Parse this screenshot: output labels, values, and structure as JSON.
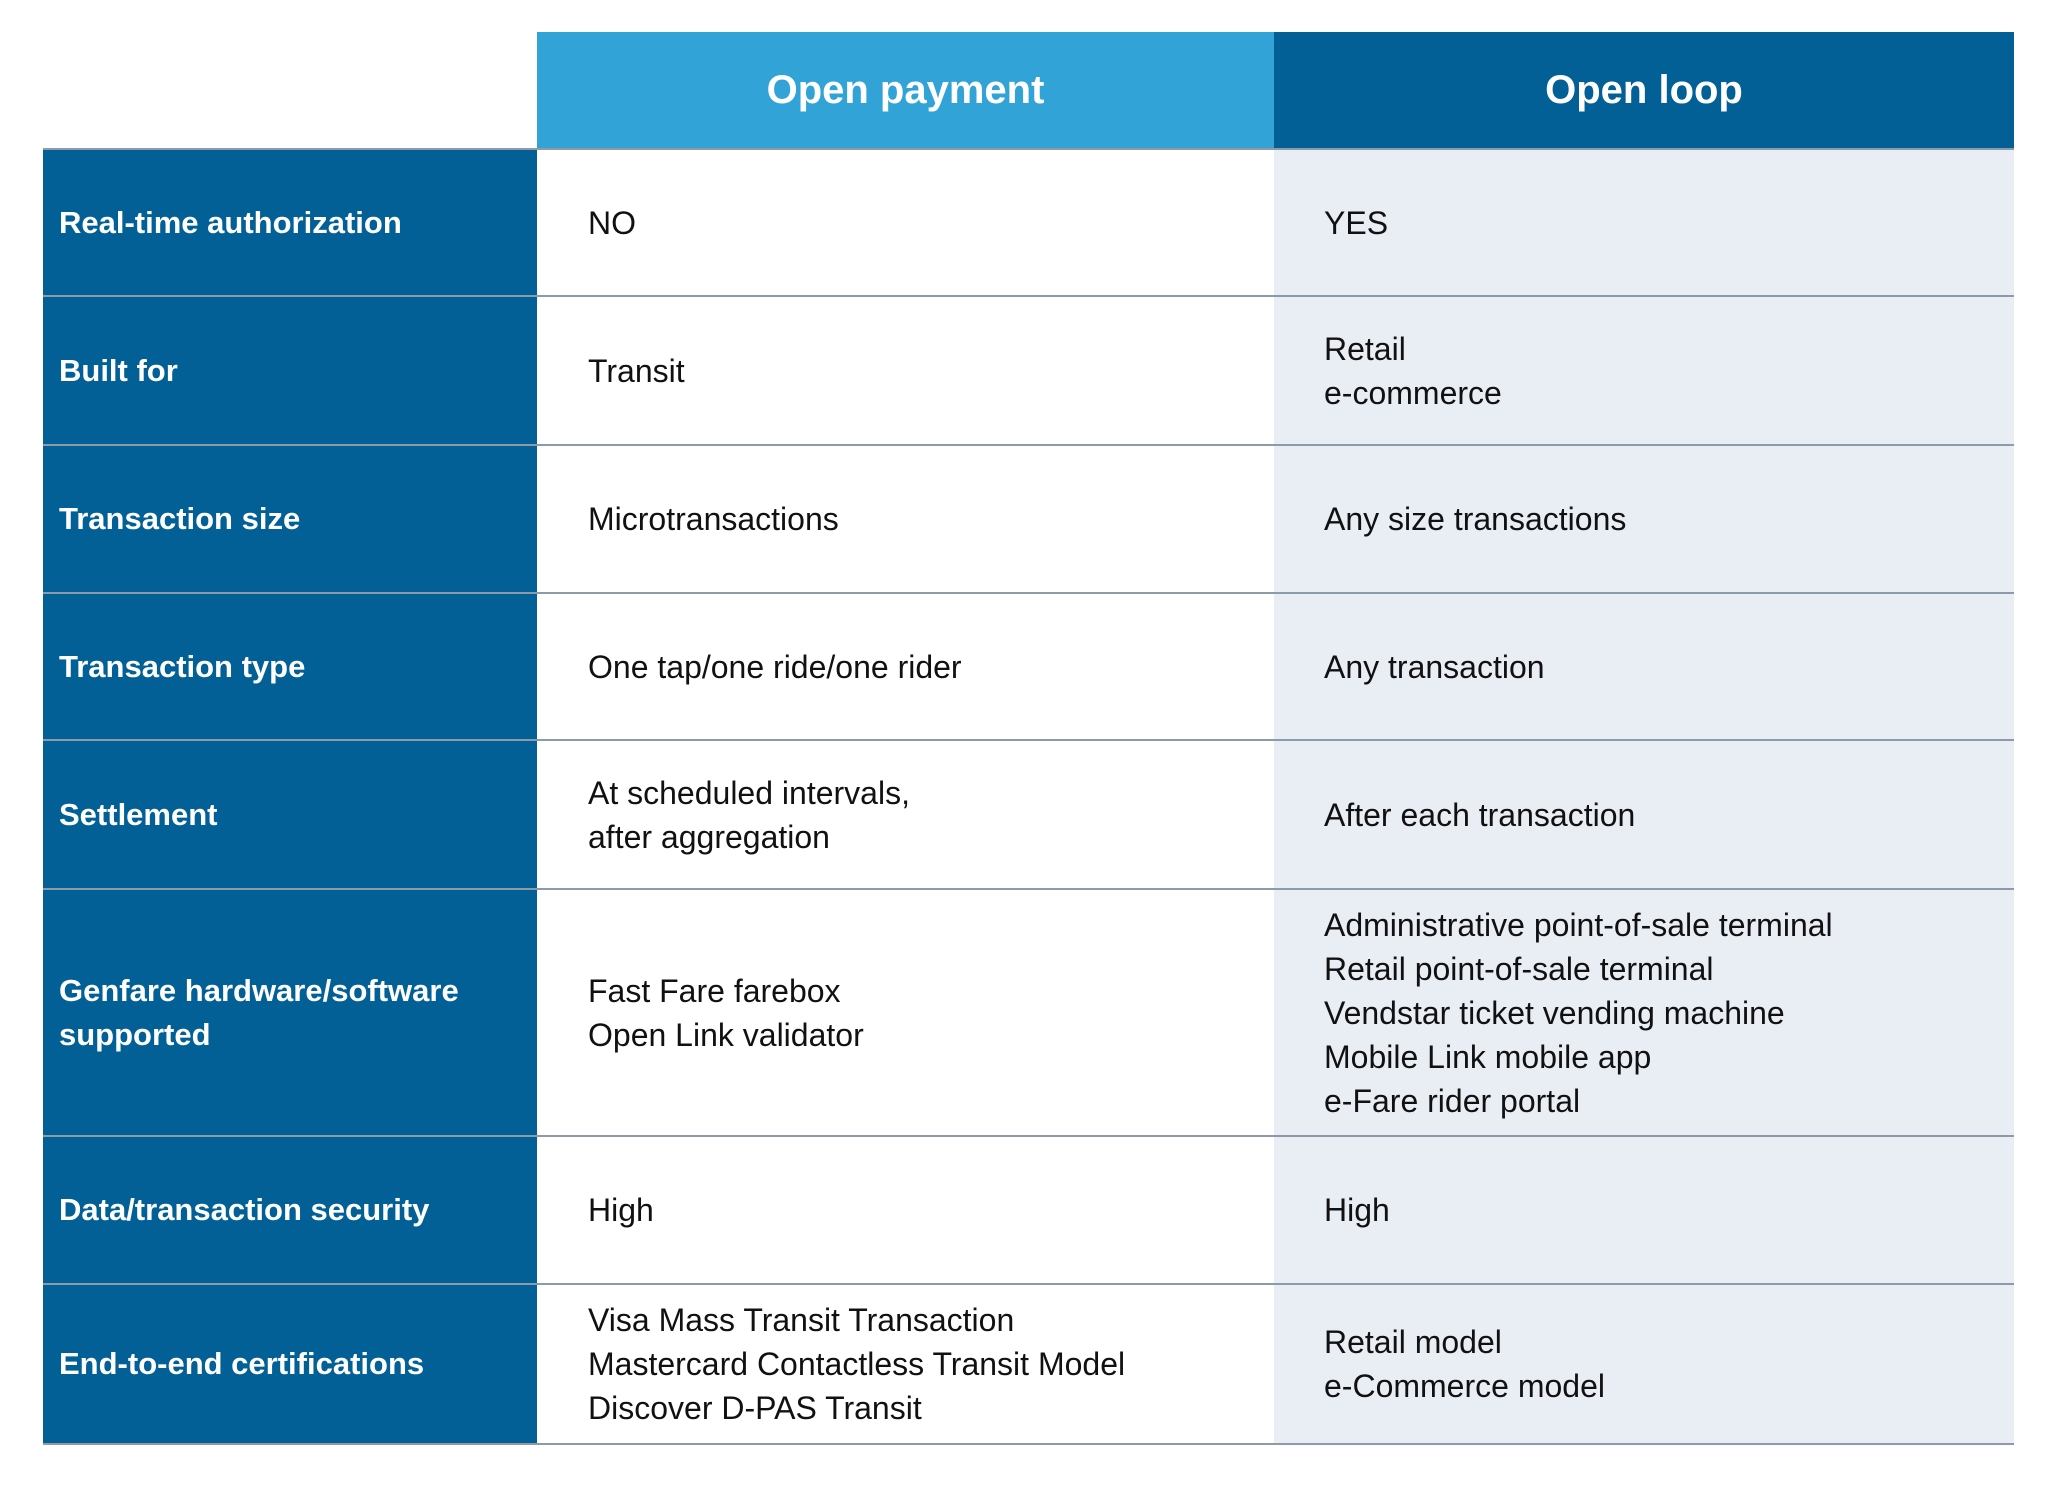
{
  "headers": {
    "col1": "Open payment",
    "col2": "Open loop"
  },
  "colors": {
    "light_blue": "#31a3d6",
    "dark_blue": "#026096",
    "row_alt": "#e9edf4",
    "divider": "#8c9aaa"
  },
  "rows": [
    {
      "label": [
        "Real-time authorization"
      ],
      "open_payment": [
        "NO"
      ],
      "open_loop": [
        "YES"
      ]
    },
    {
      "label": [
        "Built for"
      ],
      "open_payment": [
        "Transit"
      ],
      "open_loop": [
        "Retail",
        "e-commerce"
      ]
    },
    {
      "label": [
        "Transaction size"
      ],
      "open_payment": [
        "Microtransactions"
      ],
      "open_loop": [
        "Any size transactions"
      ]
    },
    {
      "label": [
        "Transaction type"
      ],
      "open_payment": [
        "One tap/one ride/one rider"
      ],
      "open_loop": [
        "Any transaction"
      ]
    },
    {
      "label": [
        "Settlement"
      ],
      "open_payment": [
        "At scheduled intervals,",
        "after aggregation"
      ],
      "open_loop": [
        "After each transaction"
      ]
    },
    {
      "label": [
        "Genfare hardware/software",
        "supported"
      ],
      "open_payment": [
        "Fast Fare farebox",
        "Open Link validator"
      ],
      "open_loop": [
        "Administrative point-of-sale terminal",
        "Retail point-of-sale terminal",
        "Vendstar ticket vending machine",
        "Mobile Link mobile app",
        "e-Fare rider portal"
      ]
    },
    {
      "label": [
        "Data/transaction security"
      ],
      "open_payment": [
        "High"
      ],
      "open_loop": [
        "High"
      ]
    },
    {
      "label": [
        "End-to-end certifications"
      ],
      "open_payment": [
        "Visa Mass Transit Transaction",
        "Mastercard Contactless Transit Model",
        "Discover D-PAS Transit"
      ],
      "open_loop": [
        "Retail model",
        "e-Commerce model"
      ]
    }
  ]
}
